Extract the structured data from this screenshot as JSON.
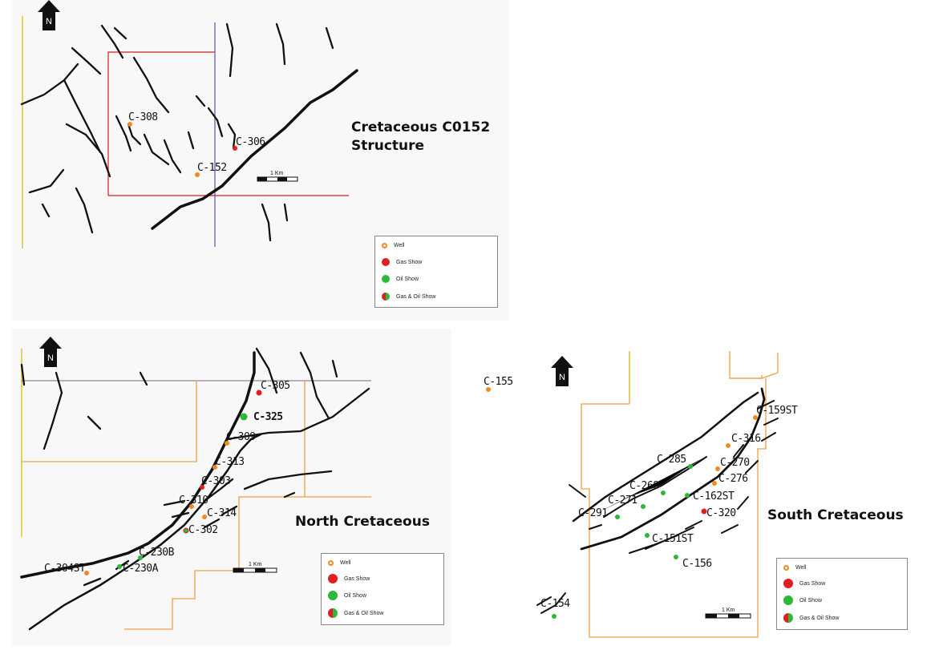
{
  "legend": {
    "items": [
      {
        "label": "Well",
        "type": "well"
      },
      {
        "label": "Gas Show",
        "type": "gas"
      },
      {
        "label": "Oil Show",
        "type": "oil"
      },
      {
        "label": "Gas & Oil Show",
        "type": "gasoil"
      }
    ]
  },
  "colors": {
    "well": "#f08a24",
    "gas": "#e02020",
    "oil": "#2db83a",
    "boundary": "#f0a040",
    "red_line": "#d02020",
    "blue_line": "#5050c0"
  },
  "scale_bar_label": "1 Km",
  "north_label": "N",
  "panels": {
    "cretaceous_c0152": {
      "title": "Cretaceous C0152\nStructure",
      "wells": [
        {
          "name": "C-308",
          "type": "well"
        },
        {
          "name": "C-306",
          "type": "gas"
        },
        {
          "name": "C-152",
          "type": "well"
        }
      ]
    },
    "north_cretaceous": {
      "title": "North Cretaceous",
      "wells": [
        {
          "name": "C-305",
          "type": "gas"
        },
        {
          "name": "C-325",
          "type": "oil"
        },
        {
          "name": "C-309",
          "type": "well"
        },
        {
          "name": "C-313",
          "type": "well"
        },
        {
          "name": "C-303",
          "type": "gas"
        },
        {
          "name": "C-310",
          "type": "well"
        },
        {
          "name": "C-314",
          "type": "well"
        },
        {
          "name": "C-302",
          "type": "gasoil"
        },
        {
          "name": "C-230B",
          "type": "oil"
        },
        {
          "name": "C-230A",
          "type": "oil"
        },
        {
          "name": "C-304ST",
          "type": "well"
        }
      ]
    },
    "south_cretaceous": {
      "title": "South Cretaceous",
      "wells": [
        {
          "name": "C-155",
          "type": "well"
        },
        {
          "name": "C-159ST",
          "type": "well"
        },
        {
          "name": "C-316",
          "type": "well"
        },
        {
          "name": "C-285",
          "type": "oil"
        },
        {
          "name": "C-270",
          "type": "well"
        },
        {
          "name": "C-276",
          "type": "well"
        },
        {
          "name": "C-268",
          "type": "oil"
        },
        {
          "name": "C-162ST",
          "type": "oil"
        },
        {
          "name": "C-271",
          "type": "oil"
        },
        {
          "name": "C-320",
          "type": "gas"
        },
        {
          "name": "C-291",
          "type": "oil"
        },
        {
          "name": "C-151ST",
          "type": "oil"
        },
        {
          "name": "C-156",
          "type": "oil"
        },
        {
          "name": "C-154",
          "type": "oil"
        }
      ]
    }
  }
}
